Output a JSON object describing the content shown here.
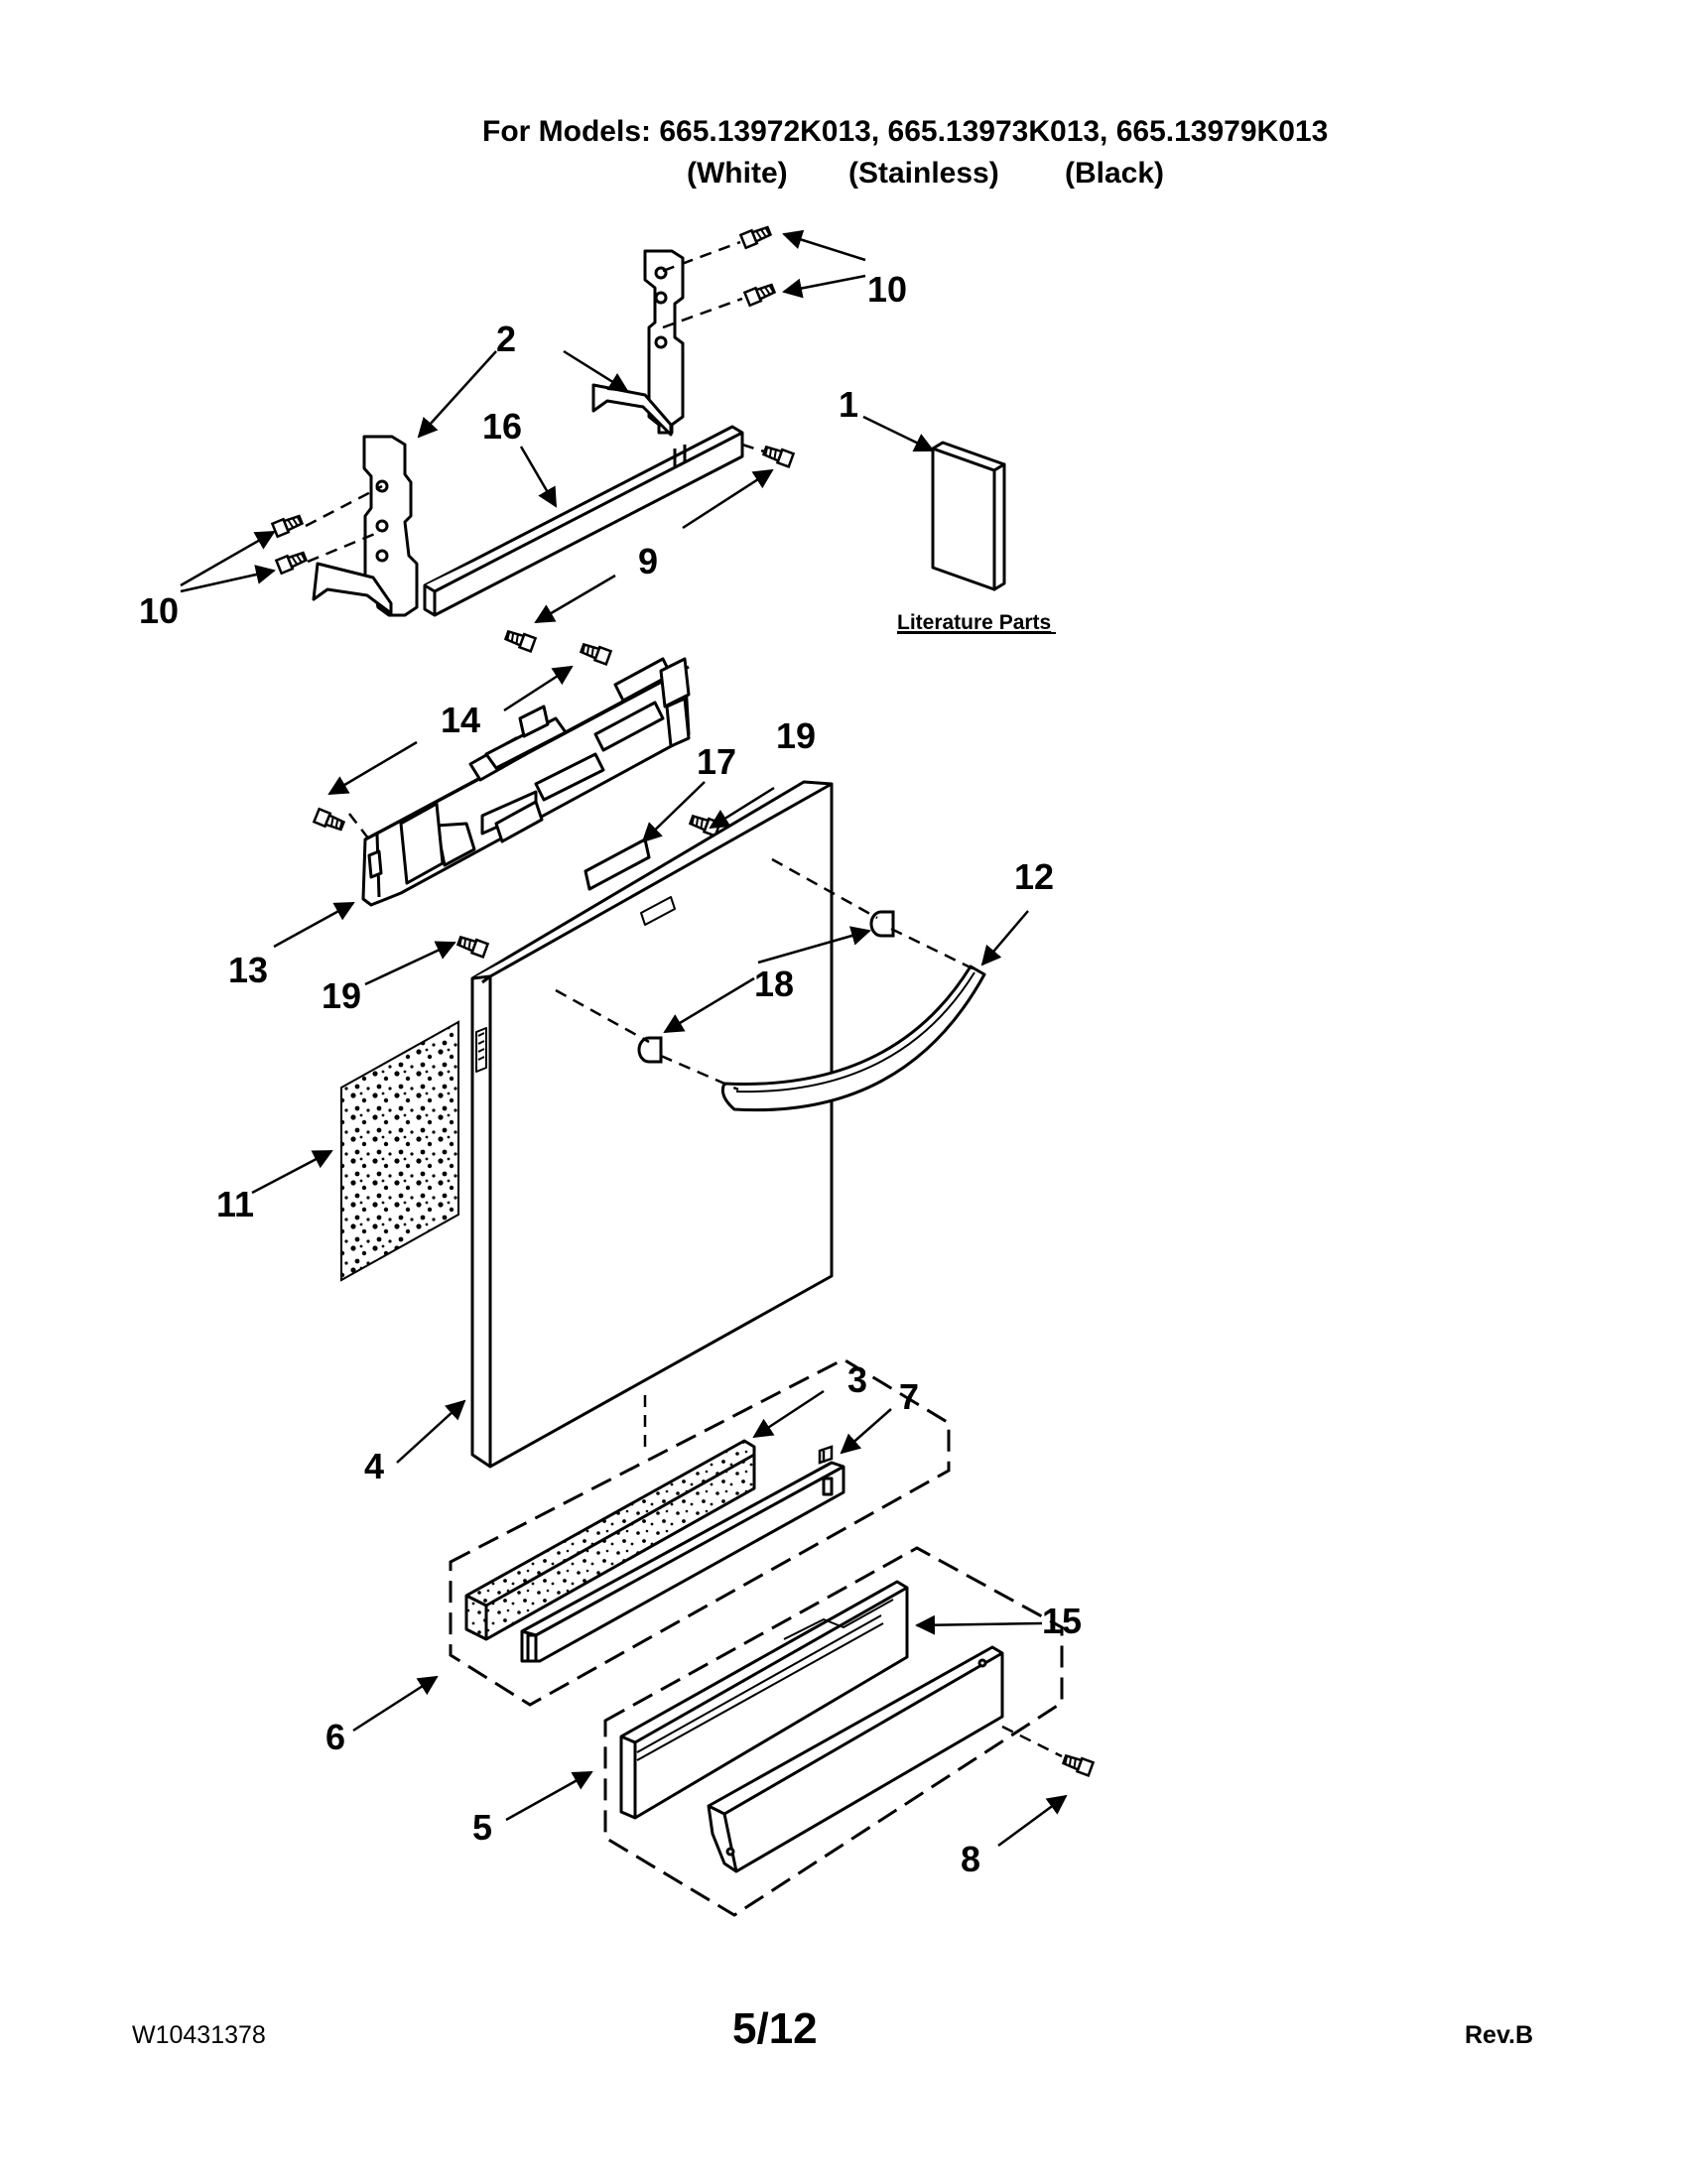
{
  "header": {
    "models_line": "For Models: 665.13972K013, 665.13973K013, 665.13979K013",
    "variant_white": "(White)",
    "variant_stainless": "(Stainless)",
    "variant_black": "(Black)"
  },
  "literature_label": "Literature Parts",
  "callouts": {
    "c1": "1",
    "c2": "2",
    "c3": "3",
    "c4": "4",
    "c5": "5",
    "c6": "6",
    "c7": "7",
    "c8": "8",
    "c9": "9",
    "c10a": "10",
    "c10b": "10",
    "c11": "11",
    "c12": "12",
    "c13": "13",
    "c14": "14",
    "c15": "15",
    "c16": "16",
    "c17": "17",
    "c18": "18",
    "c19a": "19",
    "c19b": "19"
  },
  "footer": {
    "doc_id": "W10431378",
    "page": "5/12",
    "revision": "Rev.B"
  }
}
